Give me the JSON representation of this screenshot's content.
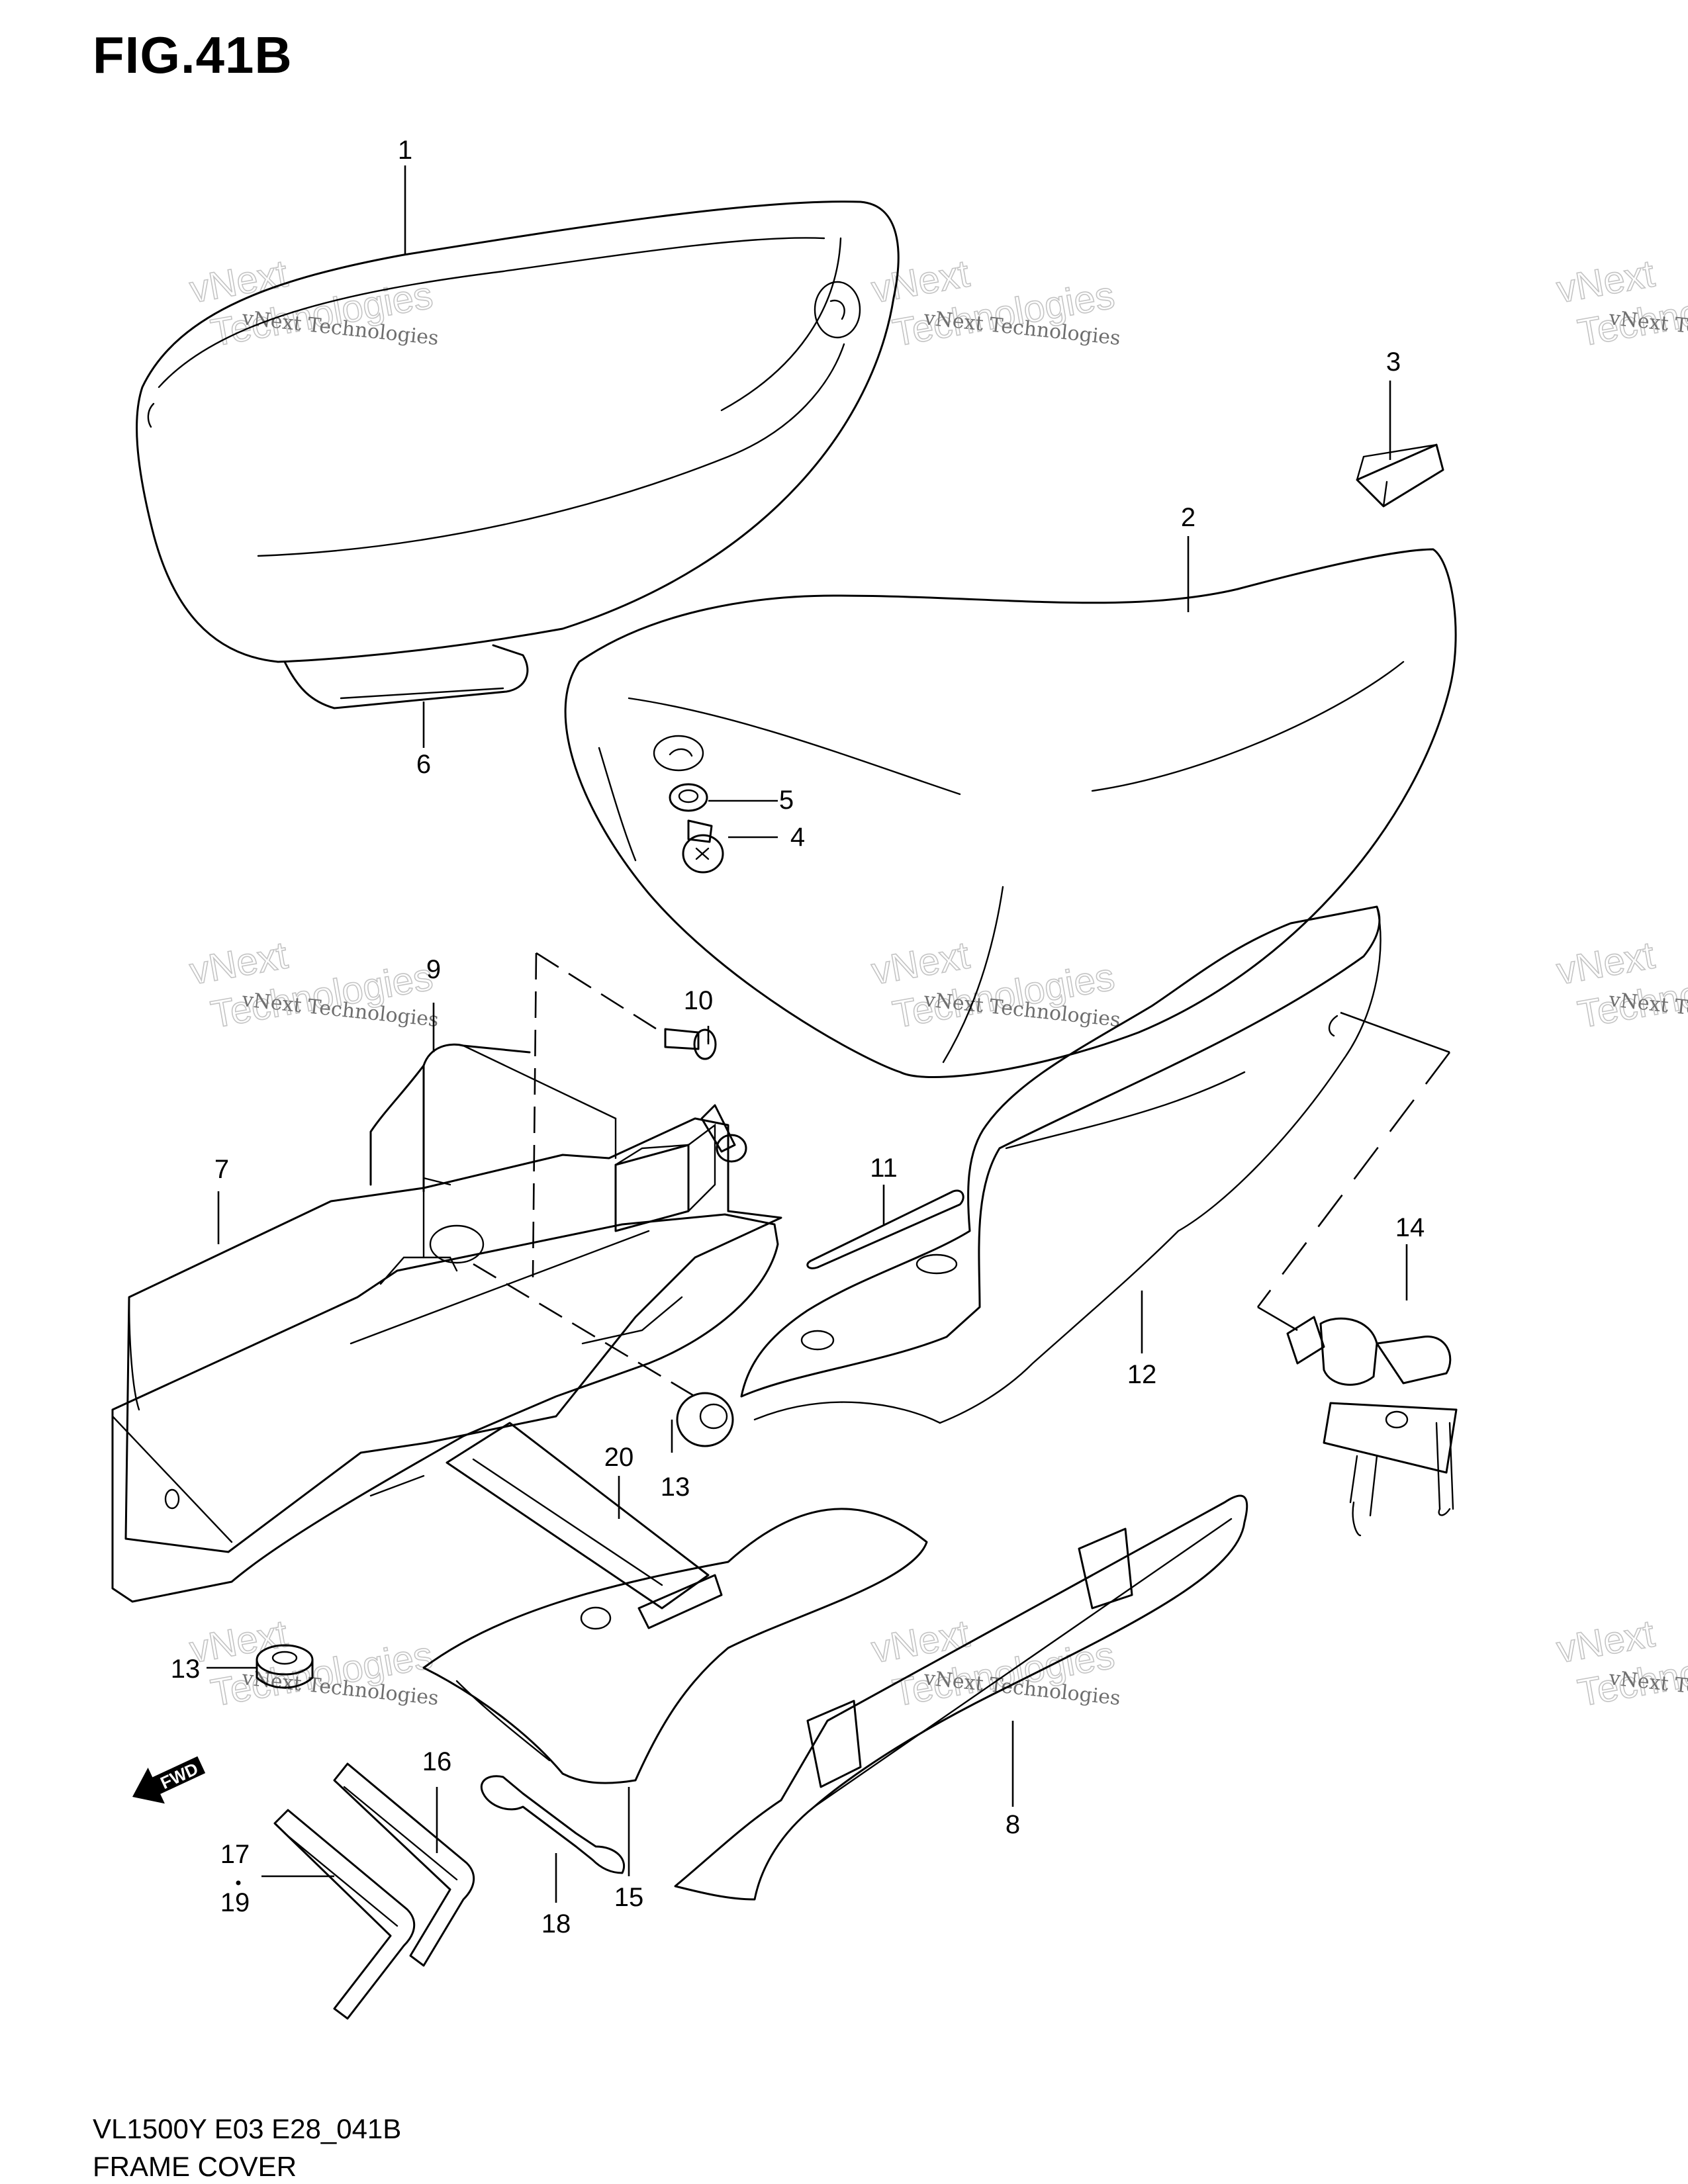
{
  "figure": {
    "title": "FIG.41B",
    "code": "VL1500Y E03 E28_041B",
    "name": "FRAME COVER"
  },
  "callouts": [
    "1",
    "2",
    "3",
    "4",
    "5",
    "6",
    "7",
    "8",
    "9",
    "10",
    "11",
    "12",
    "13",
    "13",
    "14",
    "15",
    "16",
    "17",
    "19",
    "18",
    "20"
  ],
  "fwd_badge": "FWD",
  "watermark": {
    "line1": "vNext Technologies",
    "line2": "vNext",
    "line3": "Technologies"
  }
}
